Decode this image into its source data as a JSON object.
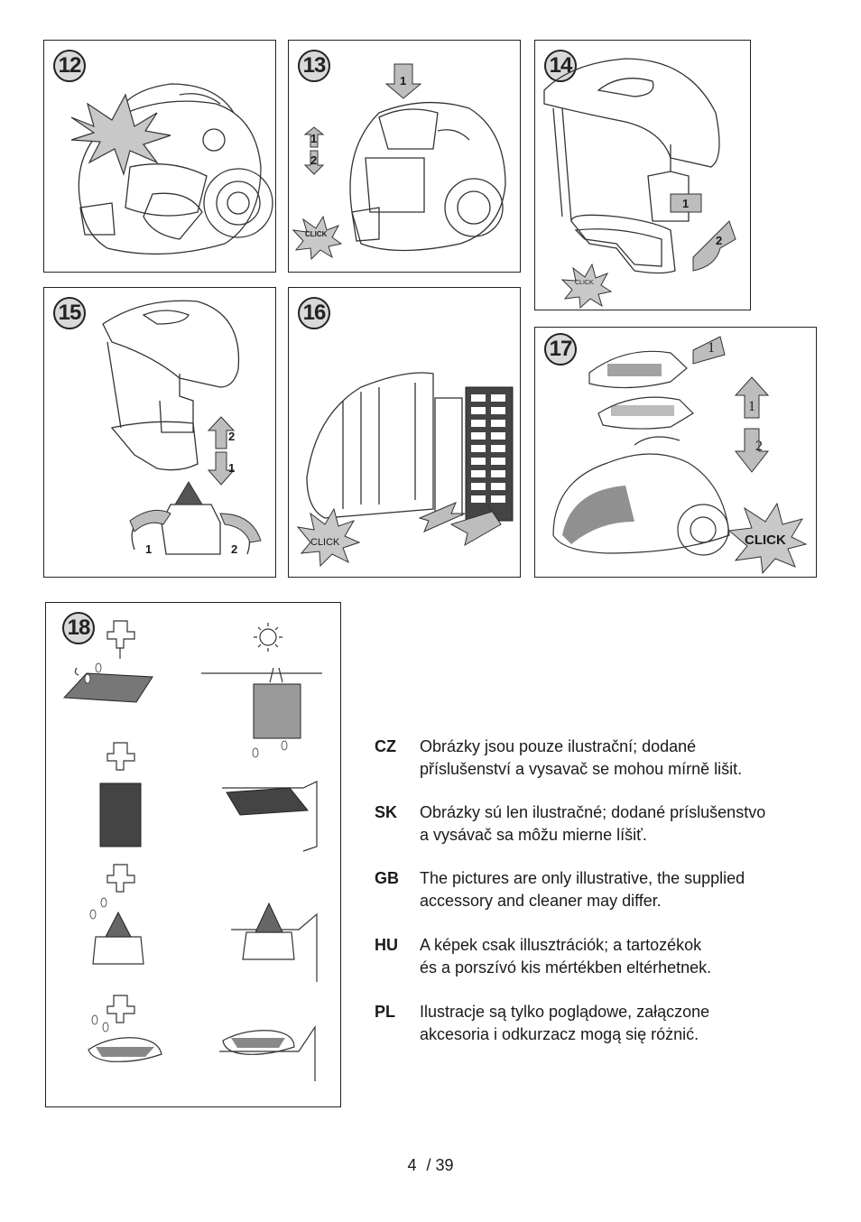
{
  "steps": {
    "s12": {
      "number": "12"
    },
    "s13": {
      "number": "13",
      "labels": [
        "1",
        "1",
        "2"
      ],
      "click": "CLICK"
    },
    "s14": {
      "number": "14",
      "labels": [
        "1",
        "2"
      ],
      "click": "CLICK"
    },
    "s15": {
      "number": "15",
      "labels": [
        "2",
        "1",
        "1",
        "2"
      ]
    },
    "s16": {
      "number": "16",
      "click": "CLICK"
    },
    "s17": {
      "number": "17",
      "labels": [
        "1",
        "1",
        "2"
      ],
      "click": "CLICK"
    },
    "s18": {
      "number": "18"
    }
  },
  "notes": [
    {
      "code": "CZ",
      "lines": [
        "Obrázky jsou pouze ilustrační; dodané",
        "příslušenství a vysavač se mohou mírně lišit."
      ]
    },
    {
      "code": "SK",
      "lines": [
        "Obrázky sú len ilustračné; dodané príslušenstvo",
        "a vysávač sa môžu mierne líšiť."
      ]
    },
    {
      "code": "GB",
      "lines": [
        "The pictures are only illustrative, the supplied",
        "accessory and cleaner may differ."
      ]
    },
    {
      "code": "HU",
      "lines": [
        "A képek csak illusztrációk; a tartozékok",
        "és a porszívó kis mértékben eltérhetnek."
      ]
    },
    {
      "code": "PL",
      "lines": [
        "Ilustracje są tylko poglądowe, załączone",
        "akcesoria i odkurzacz mogą się różnić."
      ]
    }
  ],
  "page": {
    "current": "4",
    "separator": "/",
    "total": "39"
  },
  "colors": {
    "line": "#222222",
    "badge": "#d9d9d9",
    "arrow": "#bdbdbd",
    "star": "#c8c8c8"
  }
}
